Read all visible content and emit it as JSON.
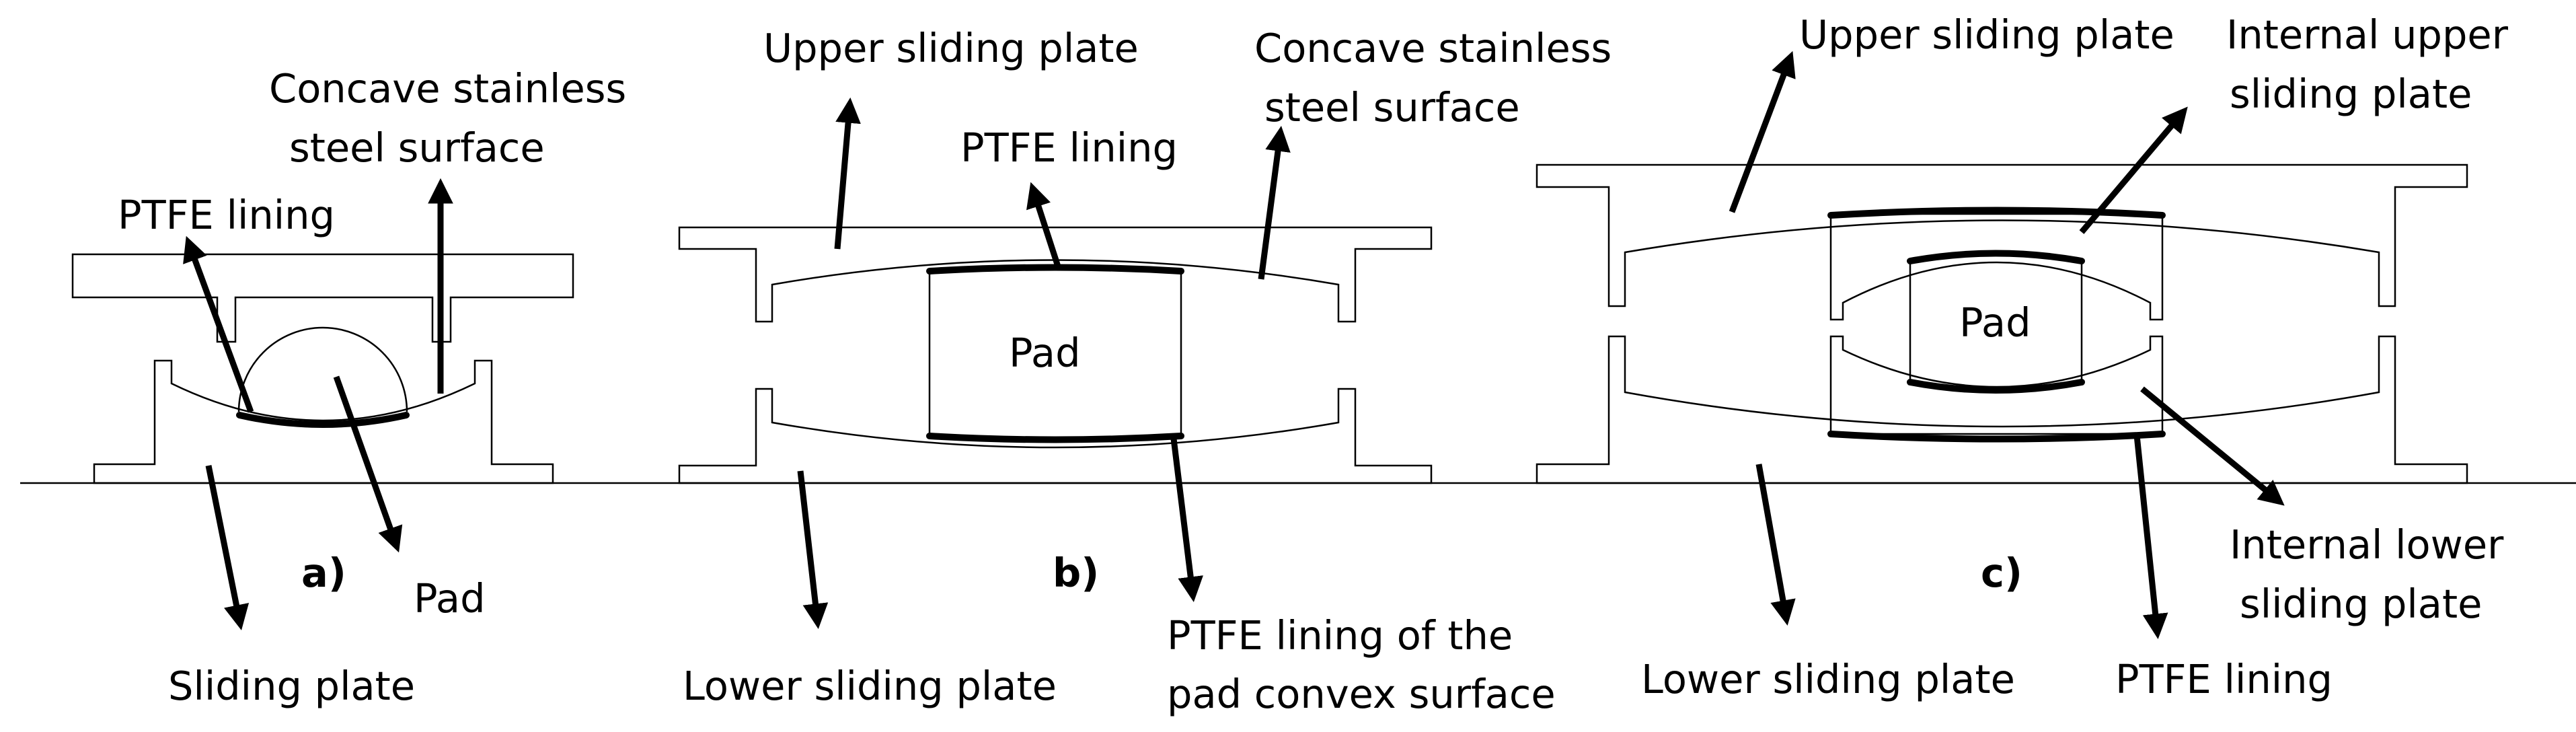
{
  "diagram_a": {
    "tag": "a)",
    "labels": {
      "concave_line1": "Concave stainless",
      "concave_line2": "steel surface",
      "ptfe": "PTFE lining",
      "pad": "Pad",
      "sliding_plate": "Sliding plate"
    }
  },
  "diagram_b": {
    "tag": "b)",
    "labels": {
      "upper": "Upper sliding plate",
      "concave_line1": "Concave stainless",
      "concave_line2": "steel surface",
      "ptfe": "PTFE lining",
      "pad": "Pad",
      "lower": "Lower sliding plate",
      "ptfe_convex_line1": "PTFE lining of the",
      "ptfe_convex_line2": "pad convex surface"
    }
  },
  "diagram_c": {
    "tag": "c)",
    "labels": {
      "upper": "Upper sliding plate",
      "internal_upper_line1": "Internal upper",
      "internal_upper_line2": "sliding plate",
      "pad": "Pad",
      "internal_lower_line1": "Internal lower",
      "internal_lower_line2": "sliding plate",
      "lower": "Lower sliding plate",
      "ptfe": "PTFE lining"
    }
  }
}
